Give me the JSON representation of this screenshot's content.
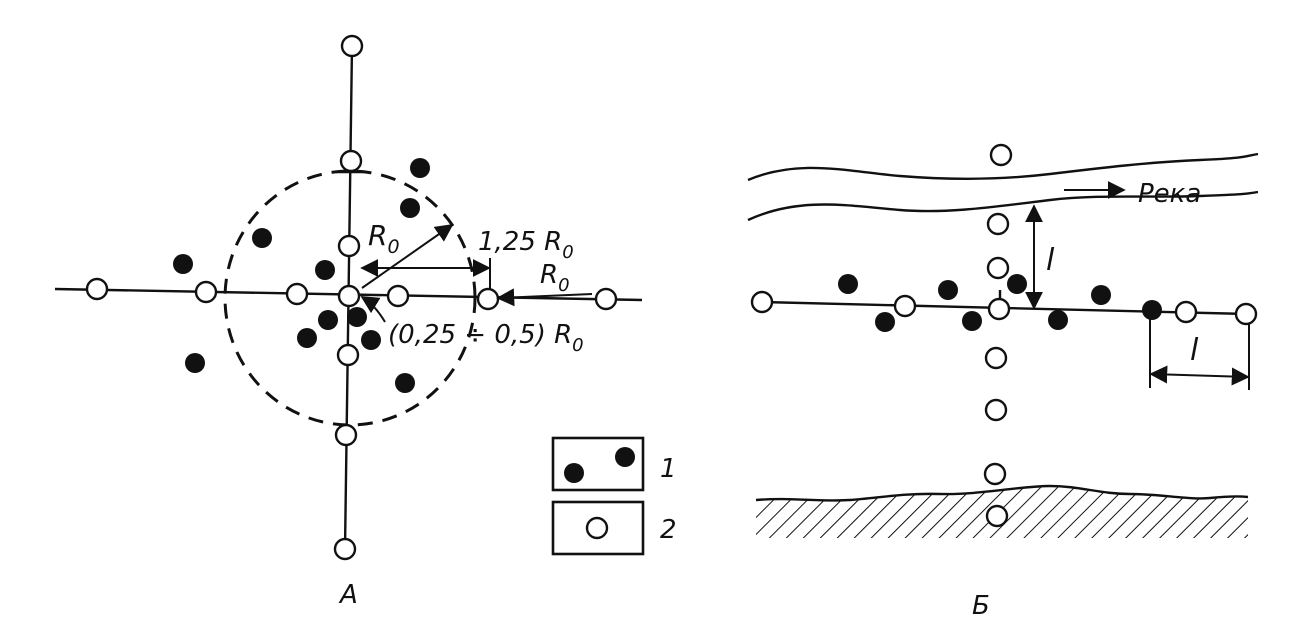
{
  "diagram_a": {
    "caption": "А",
    "label_r0_radius": "R",
    "label_r0_radius_sub": "0",
    "label_outer": "1,25 R",
    "label_outer_sub": "0",
    "label_r0_right": "R",
    "label_r0_right_sub": "0",
    "label_inner": "(0,25 ÷ 0,5) R",
    "label_inner_sub": "0"
  },
  "legend": {
    "item1_label": "1",
    "item2_label": "2"
  },
  "diagram_b": {
    "caption": "Б",
    "river_label": "Река",
    "l_vertical": "l",
    "l_horizontal": "l"
  }
}
